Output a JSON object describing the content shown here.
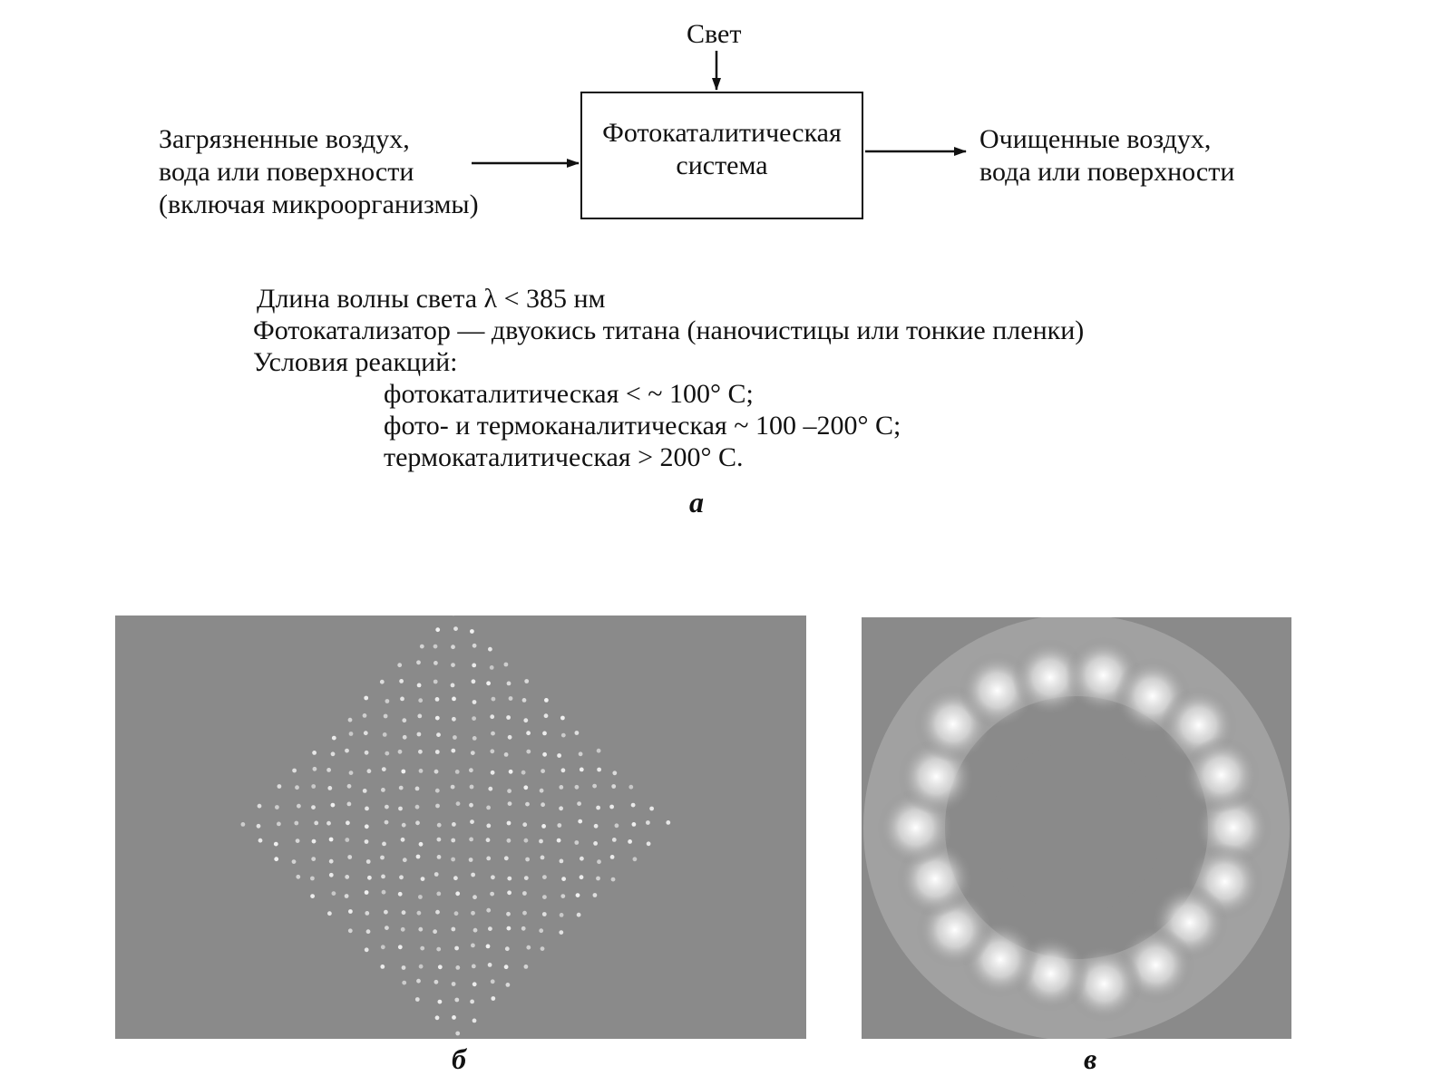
{
  "diagram": {
    "light_label": "Свет",
    "input_lines": [
      "Загрязненные воздух,",
      "вода или поверхности",
      "(включая микроорганизмы)"
    ],
    "system_lines": [
      "Фотокаталитическая",
      "система"
    ],
    "output_lines": [
      "Очищенные воздух,",
      "вода или поверхности"
    ]
  },
  "notes": {
    "wavelength": "Длина волны света  λ < 385 нм",
    "catalyst": "Фотокатализатор — двуокись титана (наночистицы или тонкие пленки)",
    "conditions_title": "Условия реакций:",
    "conditions": [
      "фотокаталитическая < ~ 100° С;",
      "фото- и термоканалитическая ~ 100 –200° С;",
      "термокаталитическая > 200° С."
    ]
  },
  "captions": {
    "a": "а",
    "b": "б",
    "c": "в"
  },
  "colors": {
    "line": "#111111",
    "micrograph_bg": "#8a8a8a",
    "micrograph_dots": "#f2f2f2"
  }
}
